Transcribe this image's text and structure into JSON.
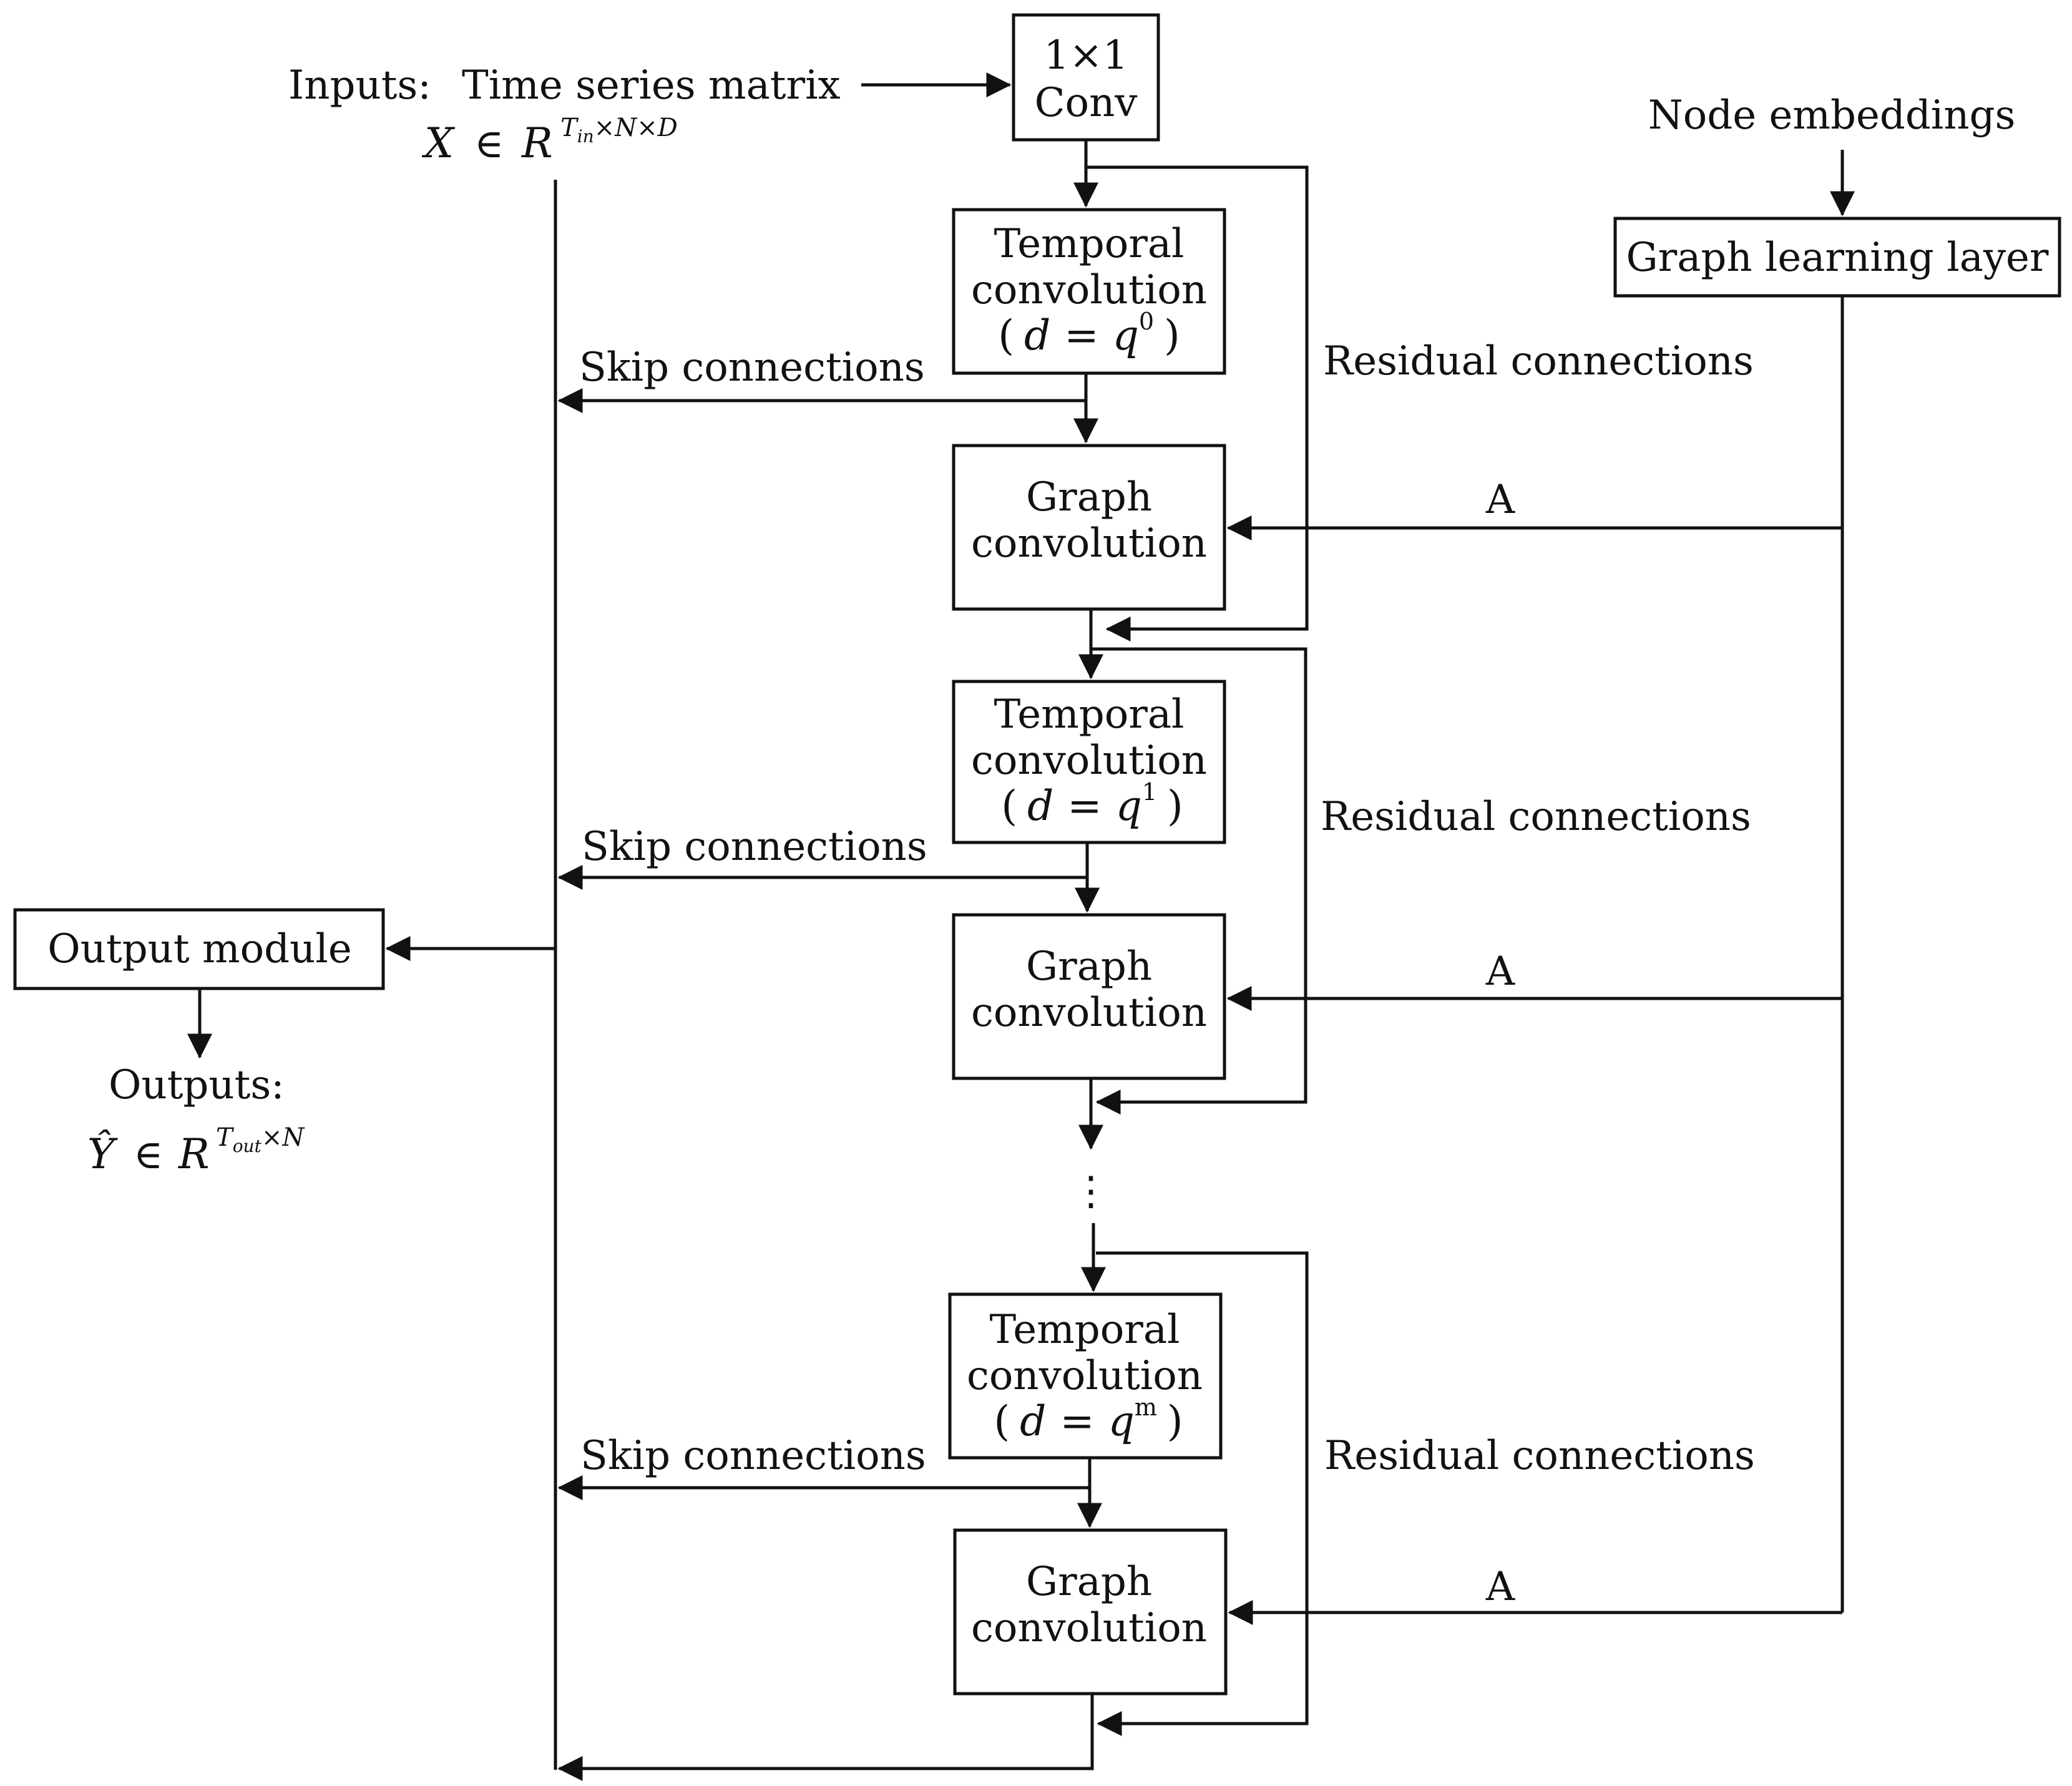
{
  "inputs": {
    "label": "Inputs:",
    "desc": "Time series matrix",
    "math_var": "X",
    "math_op": "∈",
    "math_space": "R",
    "math_exp": "T",
    "math_exp_sub": "in",
    "math_exp_rest": "×N×D"
  },
  "conv1x1": {
    "line1": "1×1",
    "line2": "Conv"
  },
  "node_embeddings": "Node embeddings",
  "graph_learning_layer": "Graph learning layer",
  "blocks": [
    {
      "temporal_line1": "Temporal",
      "temporal_line2": "convolution",
      "dilation_open": "(",
      "dilation_d": "d",
      "dilation_eq": "=",
      "dilation_q": "q",
      "dilation_exp": "0",
      "dilation_close": ")",
      "graph_line1": "Graph",
      "graph_line2": "convolution",
      "skip_label": "Skip connections",
      "residual_label": "Residual connections",
      "adj_label": "A"
    },
    {
      "temporal_line1": "Temporal",
      "temporal_line2": "convolution",
      "dilation_open": "(",
      "dilation_d": "d",
      "dilation_eq": "=",
      "dilation_q": "q",
      "dilation_exp": "1",
      "dilation_close": ")",
      "graph_line1": "Graph",
      "graph_line2": "convolution",
      "skip_label": "Skip connections",
      "residual_label": "Residual connections",
      "adj_label": "A"
    },
    {
      "temporal_line1": "Temporal",
      "temporal_line2": "convolution",
      "dilation_open": "(",
      "dilation_d": "d",
      "dilation_eq": "=",
      "dilation_q": "q",
      "dilation_exp": "m",
      "dilation_close": ")",
      "graph_line1": "Graph",
      "graph_line2": "convolution",
      "skip_label": "Skip connections",
      "residual_label": "Residual connections",
      "adj_label": "A"
    }
  ],
  "ellipsis": "⋮",
  "output_module": "Output module",
  "outputs": {
    "label": "Outputs:",
    "math_var": "Ŷ",
    "math_op": "∈",
    "math_space": "R",
    "math_exp": "T",
    "math_exp_sub": "out",
    "math_exp_rest": "×N"
  }
}
